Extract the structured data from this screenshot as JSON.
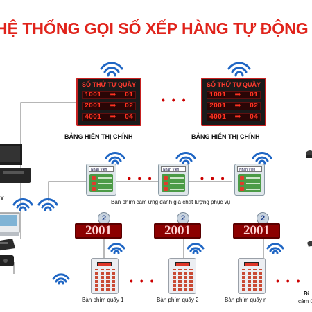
{
  "title": "HỆ THỐNG GỌI SỐ XẾP HÀNG TỰ ĐỘNG",
  "main_board": {
    "header_left": "SỐ THỨ TỰ",
    "header_right": "QUẦY",
    "rows": [
      {
        "number": "1001",
        "counter": "01"
      },
      {
        "number": "2001",
        "counter": "02"
      },
      {
        "number": "4001",
        "counter": "04"
      }
    ],
    "arrow": "➡",
    "label": "BẢNG HIỂN THỊ CHÍNH"
  },
  "eval_pad": {
    "top_text": "Nhân Viên",
    "label": "Bàn phím cảm ứng đánh giá chất lượng phục vụ"
  },
  "counter_display": {
    "number": "2001",
    "badge": "2"
  },
  "counter_keypads": [
    {
      "label": "Bàn phím quầy 1"
    },
    {
      "label": "Bàn phím quầy 2"
    },
    {
      "label": "Bàn phím quầy n"
    }
  ],
  "ellipsis": "• • •",
  "left_fragment": "Y",
  "right_fragment_1": "Đi",
  "right_fragment_2": "cảm ứ",
  "colors": {
    "title": "#e0231b",
    "board_frame": "#c62020",
    "led": "#ff3322",
    "wifi": "#1f66c4",
    "dots": "#cc0000"
  }
}
